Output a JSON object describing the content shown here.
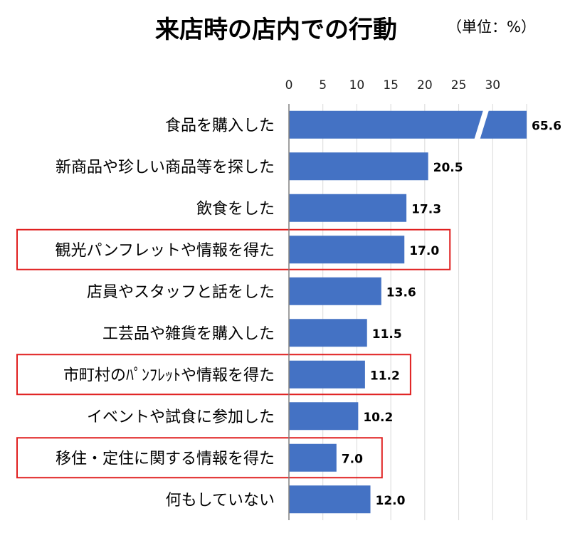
{
  "title": "来店時の店内での行動",
  "unit_note": "（単位：%）",
  "chart_data": {
    "type": "bar",
    "orientation": "horizontal",
    "title": "来店時の店内での行動",
    "unit": "（単位：%）",
    "x_ticks": [
      "0",
      "5",
      "10",
      "15",
      "20",
      "25",
      "30"
    ],
    "xlim": [
      0,
      35
    ],
    "axis_break_on_first_bar": true,
    "categories": [
      "食品を購入した",
      "新商品や珍しい商品等を探した",
      "飲食をした",
      "観光パンフレットや情報を得た",
      "店員やスタッフと話をした",
      "工芸品や雑貨を購入した",
      "市町村のﾊﾟﾝﾌﾚｯﾄや情報を得た",
      "イベントや試食に参加した",
      "移住・定住に関する情報を得た",
      "何もしていない"
    ],
    "values": [
      65.6,
      20.5,
      17.3,
      17.0,
      13.6,
      11.5,
      11.2,
      10.2,
      7.0,
      12.0
    ],
    "value_labels": [
      "65.6",
      "20.5",
      "17.3",
      "17.0",
      "13.6",
      "11.5",
      "11.2",
      "10.2",
      "7.0",
      "12.0"
    ],
    "highlighted_categories": [
      3,
      6,
      8
    ],
    "bar_color": "#4472C4",
    "highlight_color": "#E02020"
  }
}
